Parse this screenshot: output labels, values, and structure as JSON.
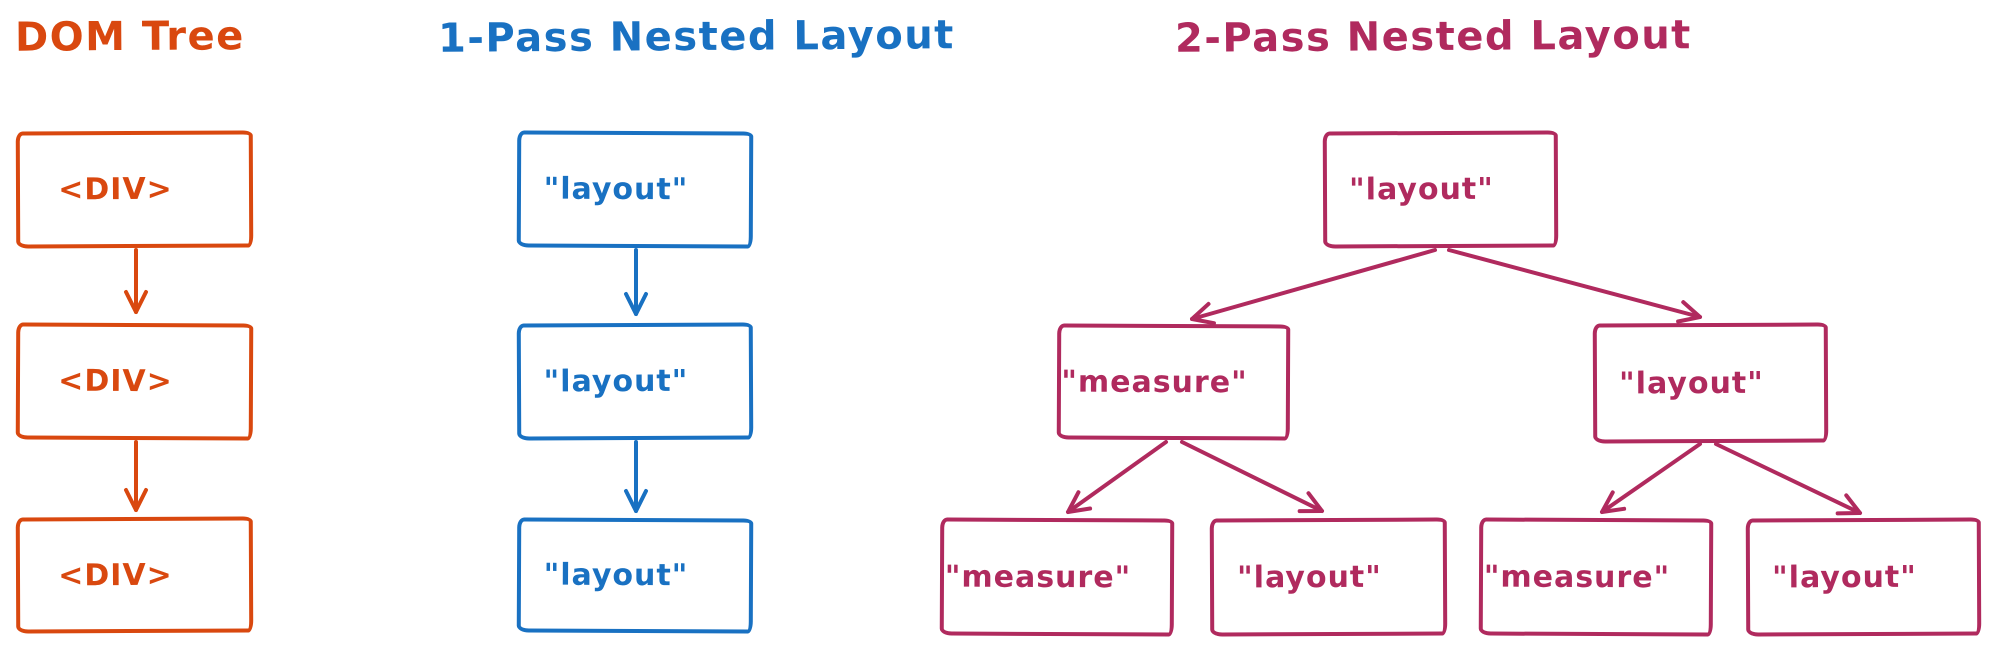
{
  "colors": {
    "orange": "#d9480f",
    "blue": "#1971c2",
    "pink": "#b02a5e"
  },
  "titles": {
    "dom": "DOM Tree",
    "one_pass": "1-Pass Nested Layout",
    "two_pass": "2-Pass Nested Layout"
  },
  "dom_tree": {
    "nodes": [
      "<DIV>",
      "<DIV>",
      "<DIV>"
    ]
  },
  "one_pass": {
    "nodes": [
      "\"layout\"",
      "\"layout\"",
      "\"layout\""
    ]
  },
  "two_pass": {
    "root": "\"layout\"",
    "children": [
      {
        "label": "\"measure\"",
        "children": [
          "\"measure\"",
          "\"layout\""
        ]
      },
      {
        "label": "\"layout\"",
        "children": [
          "\"measure\"",
          "\"layout\""
        ]
      }
    ]
  }
}
